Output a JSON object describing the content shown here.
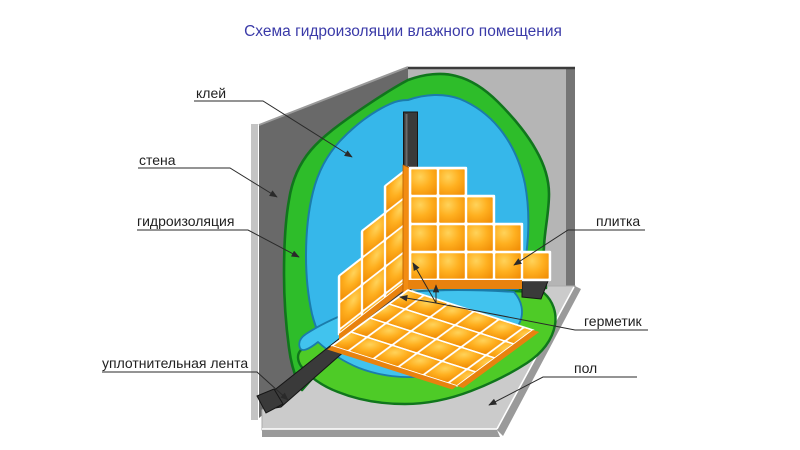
{
  "title": "Схема гидроизоляции влажного помещения",
  "labels": {
    "glue": "клей",
    "wall": "стена",
    "waterproofing": "гидроизоляция",
    "sealing_tape": "уплотнительная лента",
    "tile": "плитка",
    "sealant": "герметик",
    "floor": "пол"
  },
  "colors": {
    "title_text": "#3a3aa8",
    "label_text": "#1f1f1f",
    "leader_line": "#2a2a2a",
    "wall_left": "#696969",
    "wall_edge_light": "#c4c4c4",
    "wall_right": "#b5b5b5",
    "wall_right_edge": "#757575",
    "floor_slab": "#cbcbcb",
    "floor_slab_side": "#9a9a9a",
    "waterproofing_green": "#2ebd2a",
    "waterproofing_green_light": "#4ecb27",
    "waterproofing_green_dark": "#10761c",
    "glue_blue": "#36b7ea",
    "glue_blue_light": "#41c3ee",
    "glue_blue_dark": "#1b7cab",
    "tile_orange": "#ffb120",
    "tile_orange_edge": "#e8820e",
    "grout_white": "#ffffff",
    "tape_black": "#3a3a3a"
  }
}
